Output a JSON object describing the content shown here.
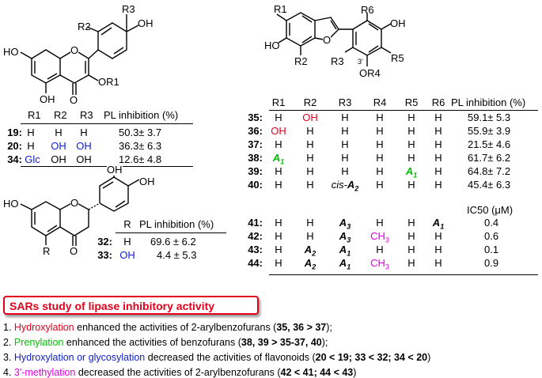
{
  "structure_labels": {
    "flavonol": {
      "R1": "R1",
      "R2": "R2",
      "R3": "R3",
      "OH_a": "OH",
      "OH_b": "HO",
      "OH_c": "OH",
      "O": "O"
    },
    "flavanone": {
      "R": "R",
      "OH_a": "OH",
      "OH_b": "HO",
      "O": "O"
    },
    "benzofuran": {
      "R1": "R1",
      "R2": "R2",
      "R3": "R3",
      "R4": "R4",
      "R5": "R5",
      "R6": "R6",
      "OH_a": "HO",
      "OH_b": "OH",
      "O": "O",
      "pos": "3'"
    }
  },
  "table1": {
    "headers": [
      "R1",
      "R2",
      "R3",
      "PL inhibition (%)"
    ],
    "rows": [
      {
        "id": "19:",
        "r1": "H",
        "r2": "H",
        "r3": "H",
        "val": "50.3± 3.7"
      },
      {
        "id": "20:",
        "r1": "H",
        "r2": "OH",
        "r3": "OH",
        "val": "36.3± 6.3"
      },
      {
        "id": "34:",
        "r1": "Glc",
        "r2": "OH",
        "r3": "OH",
        "val": "12.6± 4.8"
      }
    ]
  },
  "table2": {
    "headers": [
      "R",
      "PL inhibition (%)"
    ],
    "rows": [
      {
        "id": "32:",
        "r": "H",
        "val": "69.6 ±  6.2"
      },
      {
        "id": "33:",
        "r": "OH",
        "val": "4.4 ±  5.3"
      }
    ]
  },
  "table3": {
    "headers": [
      "R1",
      "R2",
      "R3",
      "R4",
      "R5",
      "R6",
      "PL inhibition (%)"
    ],
    "ic50_header": "IC50 (μM)",
    "rows": [
      {
        "id": "35:",
        "c": [
          "H",
          "OH",
          "H",
          "H",
          "H",
          "H"
        ],
        "val": "59.1± 5.3"
      },
      {
        "id": "36:",
        "c": [
          "OH",
          "H",
          "H",
          "H",
          "H",
          "H"
        ],
        "val": "55.9± 3.9"
      },
      {
        "id": "37:",
        "c": [
          "H",
          "H",
          "H",
          "H",
          "H",
          "H"
        ],
        "val": "21.5± 4.6"
      },
      {
        "id": "38:",
        "c": [
          "A1",
          "H",
          "H",
          "H",
          "H",
          "H"
        ],
        "val": "61.7± 6.2"
      },
      {
        "id": "39:",
        "c": [
          "H",
          "H",
          "H",
          "H",
          "A1",
          "H"
        ],
        "val": "64.8± 7.2"
      },
      {
        "id": "40:",
        "c": [
          "H",
          "H",
          "cis-A2",
          "H",
          "H",
          "H"
        ],
        "val": "45.4± 6.3"
      },
      {
        "id": "41:",
        "c": [
          "H",
          "H",
          "A3",
          "H",
          "H",
          "A1"
        ],
        "val": "0.4"
      },
      {
        "id": "42:",
        "c": [
          "H",
          "H",
          "A3",
          "CH3",
          "H",
          "H"
        ],
        "val": "0.6"
      },
      {
        "id": "43:",
        "c": [
          "H",
          "A2",
          "A1",
          "H",
          "H",
          "H"
        ],
        "val": "0.1"
      },
      {
        "id": "44:",
        "c": [
          "H",
          "A2",
          "A1",
          "CH3",
          "H",
          "H"
        ],
        "val": "0.9"
      }
    ]
  },
  "sar": {
    "title": "SARs study of lipase inhibitory activity",
    "items": [
      {
        "num": "1. ",
        "hl": "Hydroxylation",
        "rest": " enhanced the activities of 2-arylbenzofurans (",
        "cmp": "35, 36 > 37",
        "end": ");"
      },
      {
        "num": "2. ",
        "hl": "Prenylation",
        "rest": " enhanced the activities of benzofurans (",
        "cmp": "38, 39 > 35-37, 40",
        "end": ");"
      },
      {
        "num": "3. ",
        "hl": "Hydroxylation or  glycosylation",
        "rest": " decreased the activities of flavonoids (",
        "cmp": "20 < 19; 33 < 32; 34 < 20",
        "end": ")"
      },
      {
        "num": "4. ",
        "hl": "3'-methylation",
        "rest": " decreased the activities of 2-arylbenzofurans (",
        "cmp": "42 < 41; 44 < 43",
        "end": ")"
      }
    ]
  },
  "colors": {
    "red": "#e2001a",
    "green": "#00c000",
    "blue": "#1020d0",
    "magenta": "#e000e0"
  }
}
